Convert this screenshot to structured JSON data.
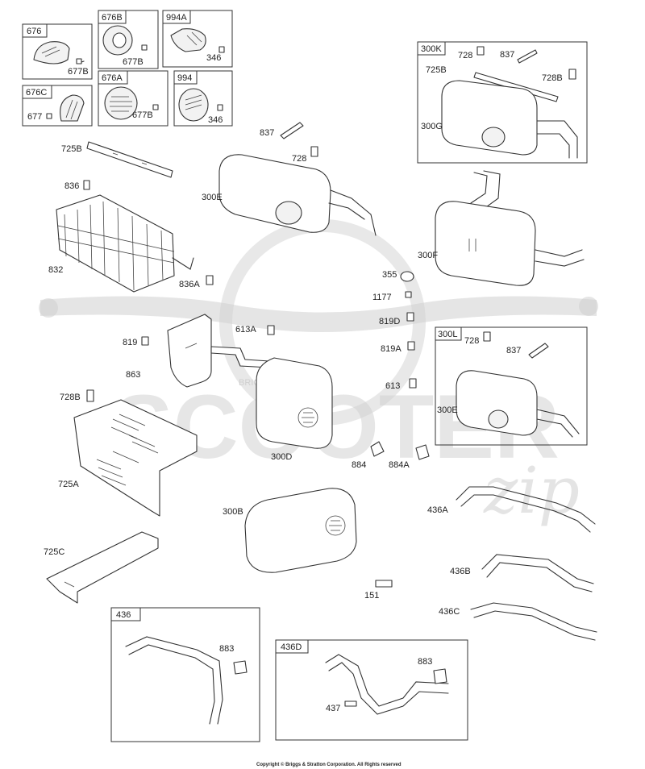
{
  "watermark": {
    "text": "SCOOTER",
    "script": "zip",
    "sub": "BRIGGS & STRATTON"
  },
  "copyright": "Copyright © Briggs & Stratton Corporation. All Rights reserved",
  "boxes": {
    "b676": "676",
    "b676B": "676B",
    "b994A": "994A",
    "b676C": "676C",
    "b676A": "676A",
    "b994": "994",
    "b300K": "300K",
    "b300L": "300L",
    "b436": "436",
    "b436D": "436D"
  },
  "labels": {
    "l677B_a": "677B",
    "l677B_b": "677B",
    "l677B_c": "677B",
    "l346_a": "346",
    "l346_b": "346",
    "l677": "677",
    "l728_k": "728",
    "l837_k": "837",
    "l725B_k": "725B",
    "l728B_k": "728B",
    "l300G": "300G",
    "l837_a": "837",
    "l728_a": "728",
    "l725B": "725B",
    "l300E_a": "300E",
    "l836": "836",
    "l832": "832",
    "l836A": "836A",
    "l300F": "300F",
    "l355": "355",
    "l1177": "1177",
    "l819D": "819D",
    "l819A": "819A",
    "l613A": "613A",
    "l819": "819",
    "l863": "863",
    "l613": "613",
    "l728_l": "728",
    "l837_l": "837",
    "l300E_l": "300E",
    "l728B": "728B",
    "l725A": "725A",
    "l300D": "300D",
    "l884": "884",
    "l884A": "884A",
    "l436A": "436A",
    "l300B": "300B",
    "l725C": "725C",
    "l436B": "436B",
    "l151": "151",
    "l436C": "436C",
    "l883_a": "883",
    "l883_b": "883",
    "l437": "437"
  }
}
